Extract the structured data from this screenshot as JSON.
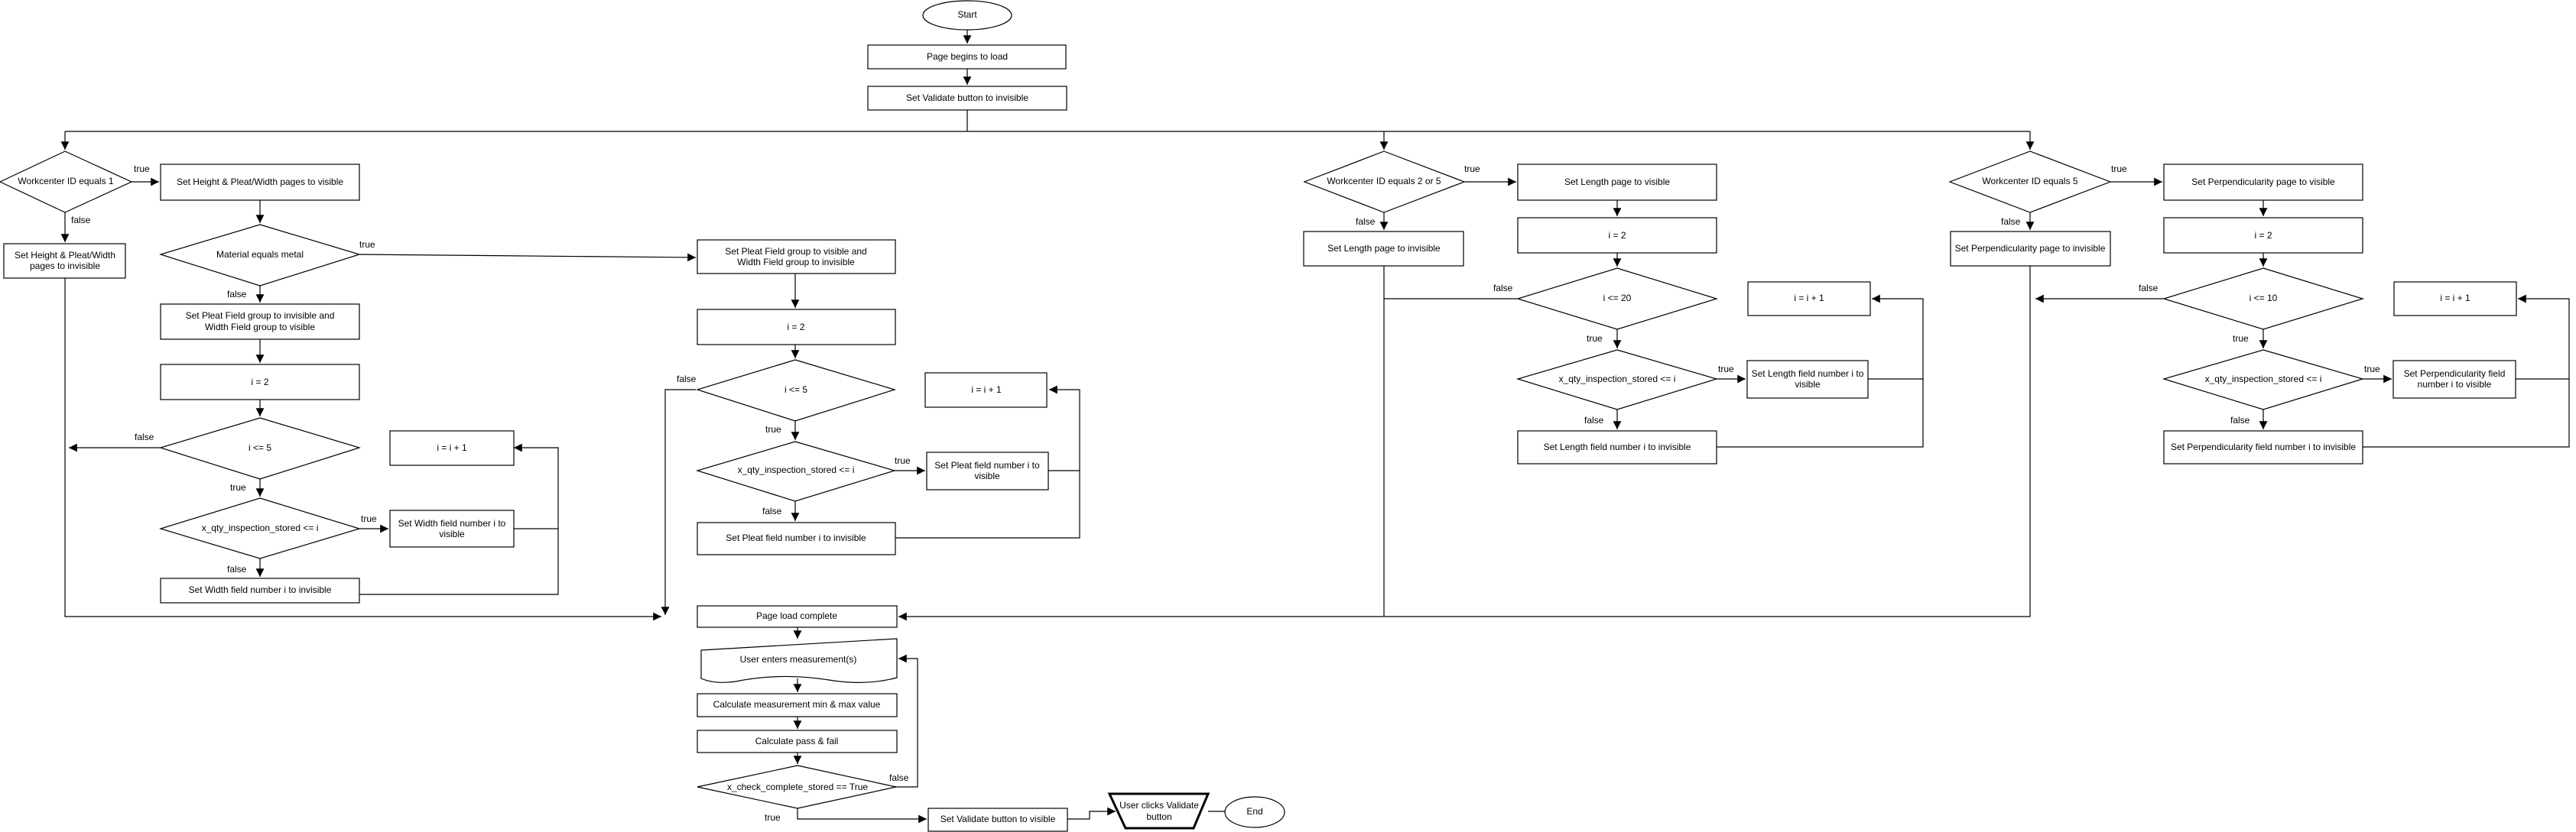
{
  "nodes": {
    "start": "Start",
    "page_load": "Page begins to load",
    "validate_invisible": "Set Validate button to invisible",
    "wc1_decision": "Workcenter ID equals 1",
    "wc1_set_pages_visible": "Set Height & Pleat/Width pages to visible",
    "wc1_set_pages_invisible_1": "Set Height & Pleat/Width",
    "wc1_set_pages_invisible_2": "pages to invisible",
    "material_decision": "Material equals metal",
    "pleat_invisible_1": "Set Pleat Field group to invisible and",
    "pleat_invisible_2": "Width Field group to visible",
    "width_i2": "i = 2",
    "width_loop": "i <= 5",
    "width_incr": "i = i + 1",
    "width_qty_decision": "x_qty_inspection_stored <= i",
    "width_field_visible_1": "Set Width field number i to",
    "width_field_visible_2": "visible",
    "width_field_invisible": "Set Width field number i to invisible",
    "pleat_visible_1": "Set Pleat Field group to visible and",
    "pleat_visible_2": "Width Field group to invisible",
    "pleat_i2": "i = 2",
    "pleat_loop": "i <= 5",
    "pleat_incr": "i = i + 1",
    "pleat_qty_decision": "x_qty_inspection_stored <= i",
    "pleat_field_visible_1": "Set Pleat field number i to",
    "pleat_field_visible_2": "visible",
    "pleat_field_invisible": "Set Pleat field number i to invisible",
    "page_load_complete": "Page load complete",
    "user_enters": "User enters measurement(s)",
    "calc_minmax": "Calculate measurement min & max value",
    "calc_passfail": "Calculate pass & fail",
    "check_complete": "x_check_complete_stored == True",
    "validate_visible": "Set Validate button to visible",
    "user_clicks_1": "User clicks Validate",
    "user_clicks_2": "button",
    "end": "End",
    "wc2_decision": "Workcenter ID equals 2 or 5",
    "length_visible": "Set Length page to visible",
    "length_invisible": "Set Length page to invisible",
    "length_i2": "i = 2",
    "length_loop": "i <= 20",
    "length_incr": "i = i + 1",
    "length_qty_decision": "x_qty_inspection_stored <= i",
    "length_field_visible_1": "Set Length field number i to",
    "length_field_visible_2": "visible",
    "length_field_invisible": "Set Length field number i to invisible",
    "wc5_decision": "Workcenter ID equals 5",
    "perp_visible": "Set Perpendicularity page to visible",
    "perp_invisible": "Set Perpendicularity page to invisible",
    "perp_i2": "i = 2",
    "perp_loop": "i <= 10",
    "perp_incr": "i = i + 1",
    "perp_qty_decision": "x_qty_inspection_stored <= i",
    "perp_field_visible_1": "Set Perpendicularity field",
    "perp_field_visible_2": "number i to visible",
    "perp_field_invisible": "Set Perpendicularity field number i to invisible"
  },
  "edge_labels": {
    "true": "true",
    "false": "false"
  }
}
